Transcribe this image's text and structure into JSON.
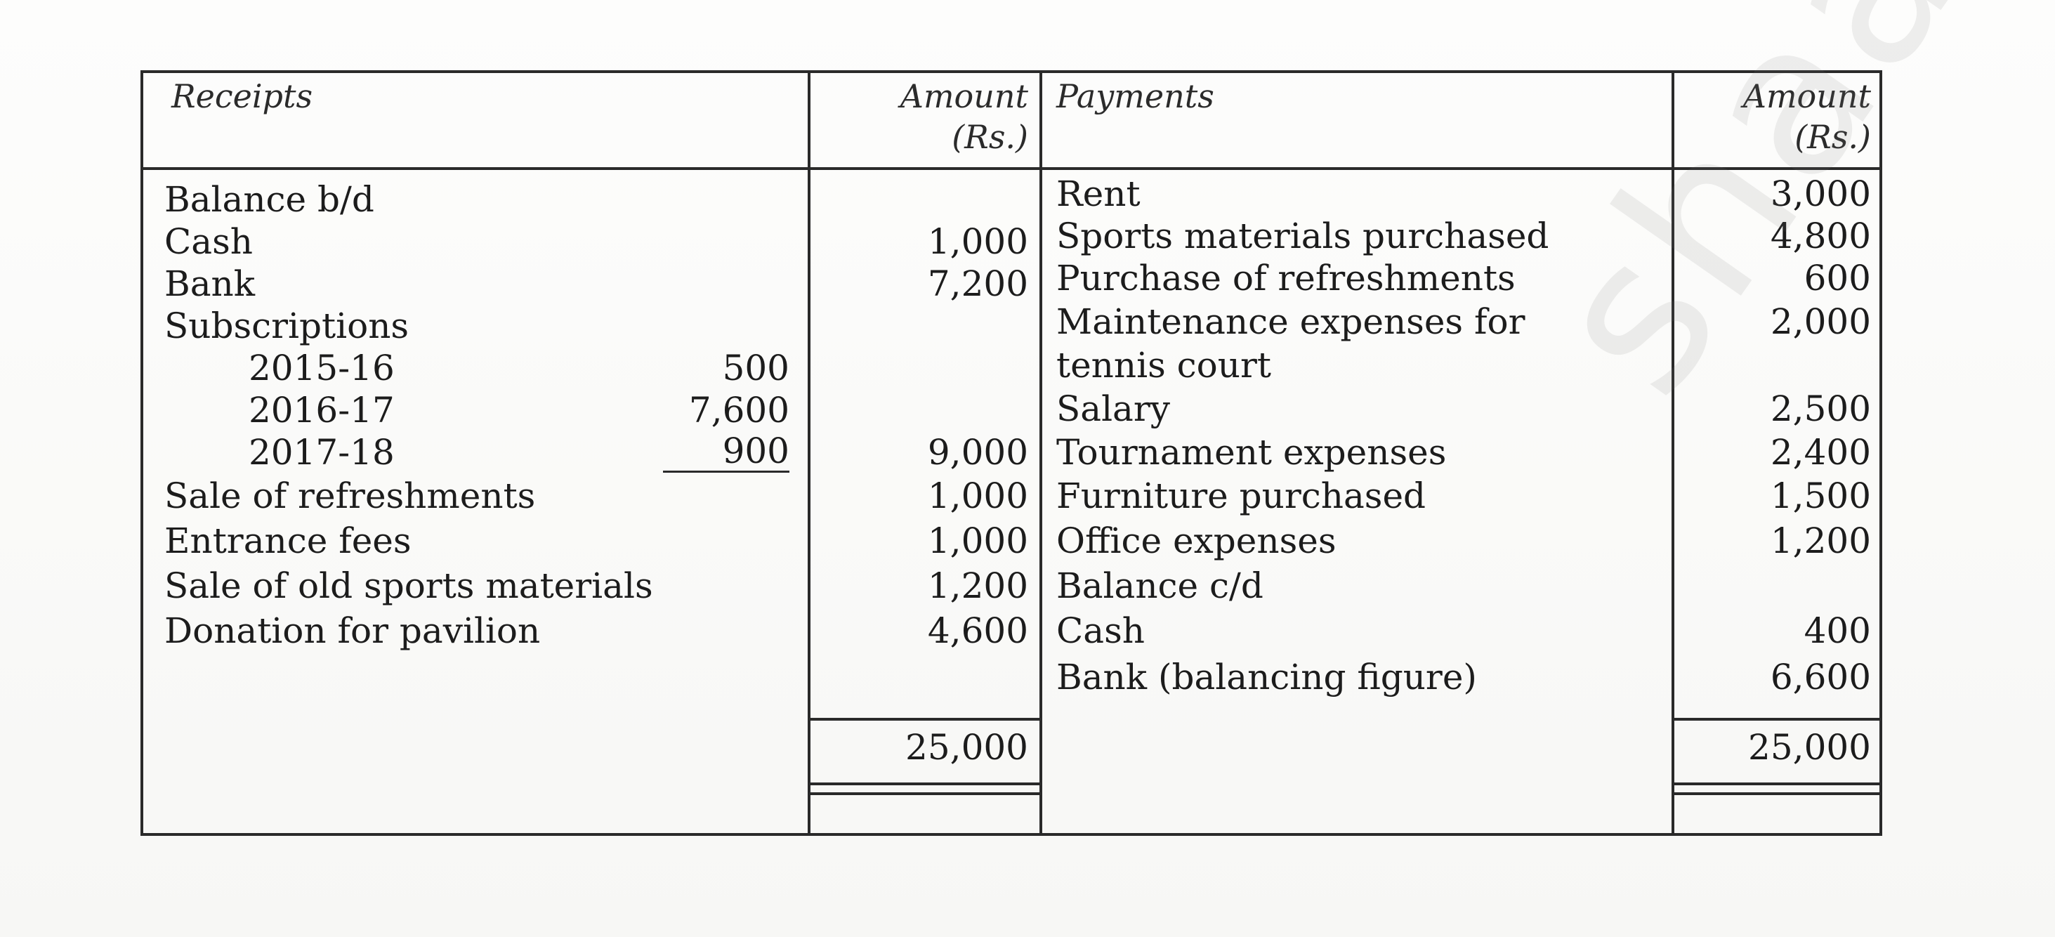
{
  "headers": {
    "receipts": "Receipts",
    "amount_left": [
      "Amount",
      "(Rs.)"
    ],
    "payments": "Payments",
    "amount_right": [
      "Amount",
      "(Rs.)"
    ]
  },
  "receipts": [
    {
      "label": "Balance b/d",
      "sub": "",
      "amount": ""
    },
    {
      "label": "Cash",
      "sub": "",
      "amount": "1,000"
    },
    {
      "label": "Bank",
      "sub": "",
      "amount": "7,200"
    },
    {
      "label": "Subscriptions",
      "sub": "",
      "amount": ""
    },
    {
      "label": "2015-16",
      "sub": "500",
      "amount": ""
    },
    {
      "label": "2016-17",
      "sub": "7,600",
      "amount": ""
    },
    {
      "label": "2017-18",
      "sub": "900",
      "amount": "9,000"
    },
    {
      "label": "Sale of refreshments",
      "sub": "",
      "amount": "1,000"
    },
    {
      "label": "Entrance fees",
      "sub": "",
      "amount": "1,000"
    },
    {
      "label": "Sale of old sports materials",
      "sub": "",
      "amount": "1,200"
    },
    {
      "label": "Donation for pavilion",
      "sub": "",
      "amount": "4,600"
    }
  ],
  "payments": [
    {
      "label": "Rent",
      "amount": "3,000"
    },
    {
      "label": "Sports materials purchased",
      "amount": "4,800"
    },
    {
      "label": "Purchase of refreshments",
      "amount": "600"
    },
    {
      "label": "Maintenance expenses for",
      "amount": "2,000"
    },
    {
      "label": "tennis court",
      "amount": ""
    },
    {
      "label": "Salary",
      "amount": "2,500"
    },
    {
      "label": "Tournament expenses",
      "amount": "2,400"
    },
    {
      "label": "Furniture purchased",
      "amount": "1,500"
    },
    {
      "label": "Office expenses",
      "amount": "1,200"
    },
    {
      "label": "Balance c/d",
      "amount": ""
    },
    {
      "label": "Cash",
      "amount": "400"
    },
    {
      "label": "Bank (balancing figure)",
      "amount": "6,600"
    }
  ],
  "totals": {
    "receipts": "25,000",
    "payments": "25,000"
  }
}
